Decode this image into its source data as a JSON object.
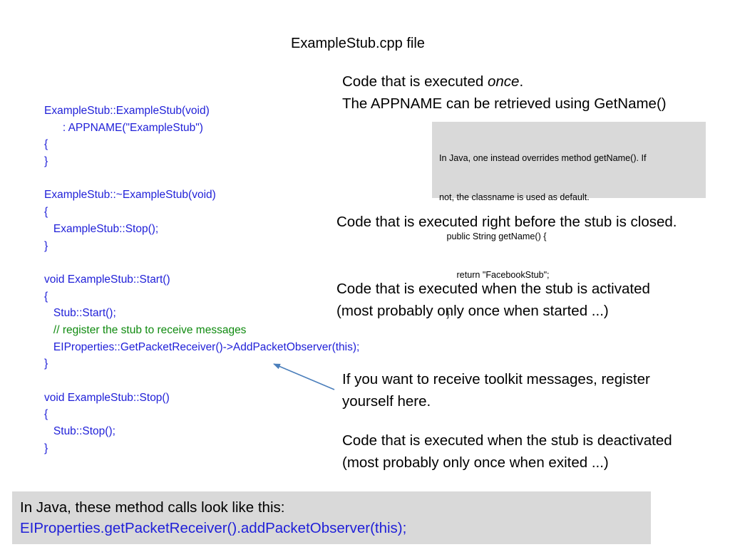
{
  "slide": {
    "title": "ExampleStub.cpp file"
  },
  "code_lines": [
    {
      "text": "ExampleStub::ExampleStub(void)",
      "kind": "code"
    },
    {
      "text": "      : APPNAME(\"ExampleStub\")",
      "kind": "code"
    },
    {
      "text": "{",
      "kind": "code"
    },
    {
      "text": "}",
      "kind": "code"
    },
    {
      "text": "",
      "kind": "blank"
    },
    {
      "text": "ExampleStub::~ExampleStub(void)",
      "kind": "code"
    },
    {
      "text": "{",
      "kind": "code"
    },
    {
      "text": "   ExampleStub::Stop();",
      "kind": "code"
    },
    {
      "text": "}",
      "kind": "code"
    },
    {
      "text": "",
      "kind": "blank"
    },
    {
      "text": "void ExampleStub::Start()",
      "kind": "code"
    },
    {
      "text": "{",
      "kind": "code"
    },
    {
      "text": "   Stub::Start();",
      "kind": "code"
    },
    {
      "text": "   // register the stub to receive messages",
      "kind": "comment"
    },
    {
      "text": "   EIProperties::GetPacketReceiver()->AddPacketObserver(this);",
      "kind": "code"
    },
    {
      "text": "}",
      "kind": "code"
    },
    {
      "text": "",
      "kind": "blank"
    },
    {
      "text": "void ExampleStub::Stop()",
      "kind": "code"
    },
    {
      "text": "{",
      "kind": "code"
    },
    {
      "text": "   Stub::Stop();",
      "kind": "code"
    },
    {
      "text": "}",
      "kind": "code"
    }
  ],
  "notes": {
    "once_prefix": "Code that is executed ",
    "once_emphasis": "once",
    "once_suffix": ".",
    "appname": "The APPNAME can be retrieved using GetName()",
    "close": "Code that is executed right before the stub is closed.",
    "start_line1": "Code that is executed when the stub is activated",
    "start_line2": "(most probably only once when started ...)",
    "register_line1": "If you want to receive toolkit messages, register",
    "register_line2": "yourself here.",
    "stop_line1": "Code that is executed when the stub is deactivated",
    "stop_line2": "(most probably only once when exited ...)"
  },
  "java_box": {
    "lines": [
      "In Java, one instead overrides method getName(). If",
      "not, the classname is used as default.",
      "   public String getName() {",
      "       return \"FacebookStub\";",
      "   }"
    ]
  },
  "bottom_box": {
    "line1": "In Java, these method calls look like this:",
    "line2": "EIProperties.getPacketReceiver().addPacketObserver(this);"
  },
  "colors": {
    "code": "#1f1fd8",
    "comment": "#0f8a0f",
    "box_background": "#d9d9d9",
    "arrow": "#4a7ebb"
  }
}
